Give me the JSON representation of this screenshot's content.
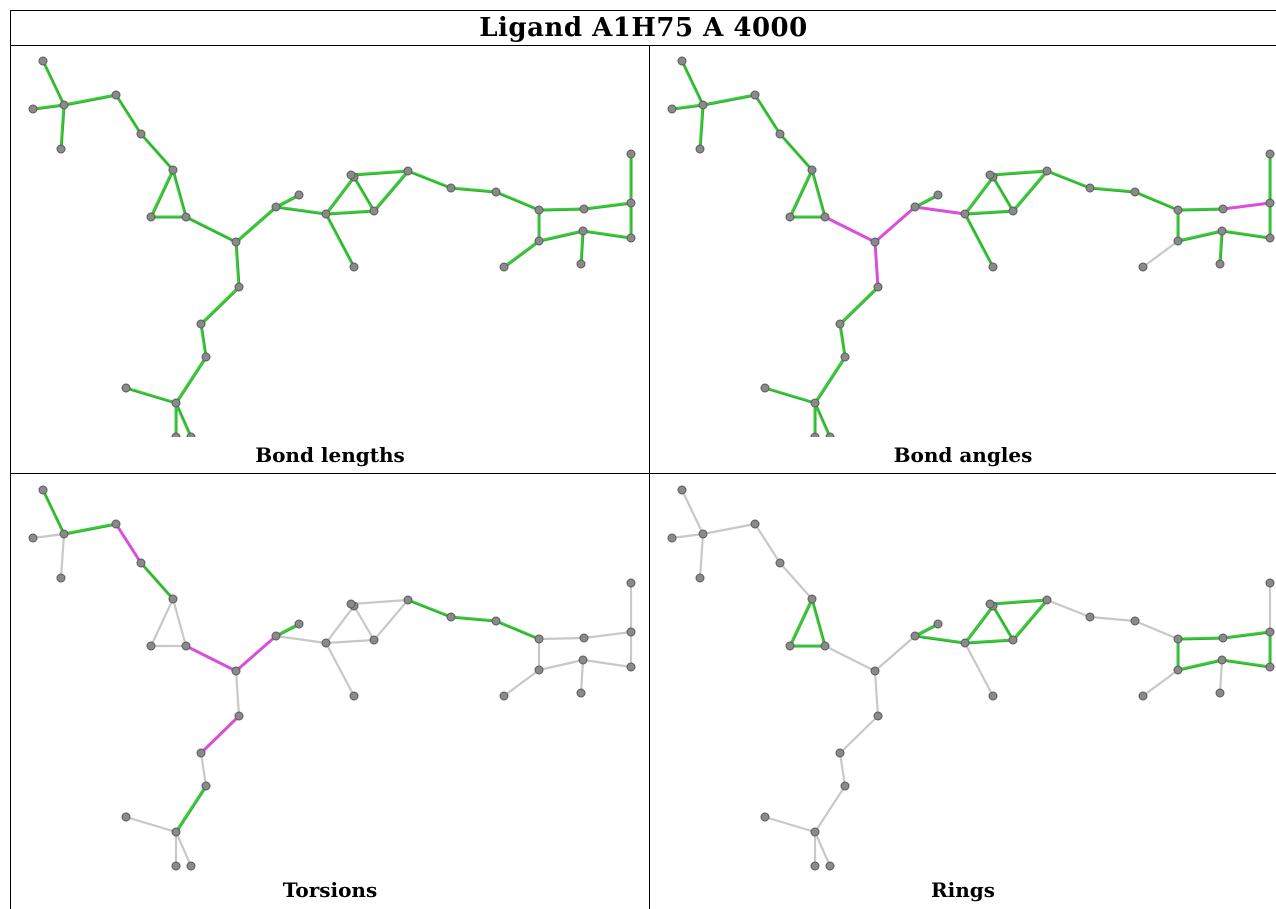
{
  "title": "Ligand A1H75 A 4000",
  "panels": [
    {
      "caption": "Bond lengths",
      "mode": "lengths"
    },
    {
      "caption": "Bond angles",
      "mode": "angles"
    },
    {
      "caption": "Torsions",
      "mode": "torsions"
    },
    {
      "caption": "Rings",
      "mode": "rings"
    }
  ],
  "colors": {
    "good": "#3cc83c",
    "good_dark": "#1f8f1f",
    "outlier": "#d94fd9",
    "neutral": "#c8c8c8",
    "atom": "#8a8a8a",
    "atom_dark": "#5a5a5a"
  }
}
